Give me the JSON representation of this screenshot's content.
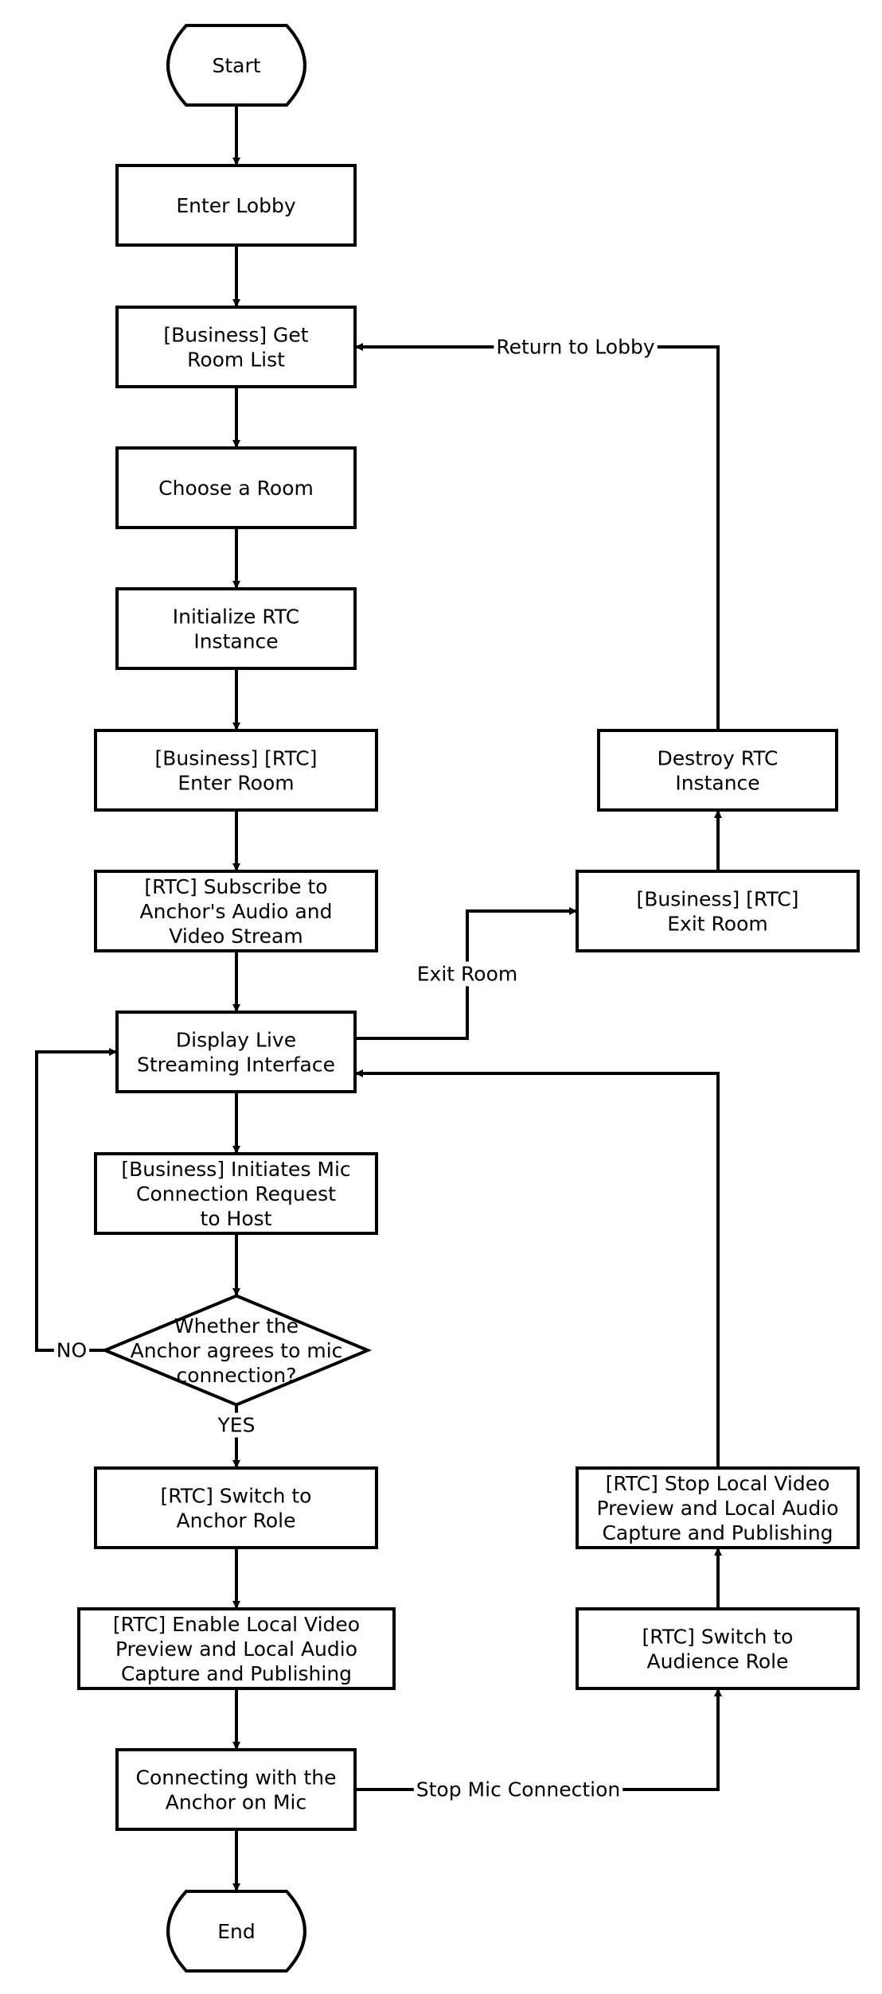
{
  "diagram": {
    "nodes": {
      "start": {
        "lines": [
          "Start"
        ]
      },
      "enter_lobby": {
        "lines": [
          "Enter Lobby"
        ]
      },
      "get_room_list": {
        "lines": [
          "[Business] Get",
          "Room List"
        ]
      },
      "choose_room": {
        "lines": [
          "Choose a Room"
        ]
      },
      "init_rtc": {
        "lines": [
          "Initialize RTC",
          "Instance"
        ]
      },
      "enter_room": {
        "lines": [
          "[Business] [RTC]",
          "Enter Room"
        ]
      },
      "subscribe": {
        "lines": [
          "[RTC] Subscribe to",
          "Anchor's Audio and",
          "Video Stream"
        ]
      },
      "display_live": {
        "lines": [
          "Display Live",
          "Streaming Interface"
        ]
      },
      "mic_request": {
        "lines": [
          "[Business] Initiates Mic",
          "Connection Request",
          "to Host"
        ]
      },
      "decision": {
        "lines": [
          "Whether the",
          "Anchor agrees to mic",
          "connection?"
        ]
      },
      "switch_anchor": {
        "lines": [
          "[RTC] Switch to",
          "Anchor Role"
        ]
      },
      "enable_local": {
        "lines": [
          "[RTC] Enable Local Video",
          "Preview and Local Audio",
          "Capture and Publishing"
        ]
      },
      "connecting": {
        "lines": [
          "Connecting with the",
          "Anchor on Mic"
        ]
      },
      "end": {
        "lines": [
          "End"
        ]
      },
      "destroy_rtc": {
        "lines": [
          "Destroy RTC",
          "Instance"
        ]
      },
      "exit_room": {
        "lines": [
          "[Business] [RTC]",
          "Exit Room"
        ]
      },
      "stop_local": {
        "lines": [
          "[RTC] Stop Local Video",
          "Preview and Local Audio",
          "Capture and Publishing"
        ]
      },
      "switch_audience": {
        "lines": [
          "[RTC] Switch to",
          "Audience Role"
        ]
      }
    },
    "edge_labels": {
      "return_to_lobby": "Return to Lobby",
      "exit_room": "Exit Room",
      "no": "NO",
      "yes": "YES",
      "stop_mic": "Stop Mic Connection"
    }
  }
}
